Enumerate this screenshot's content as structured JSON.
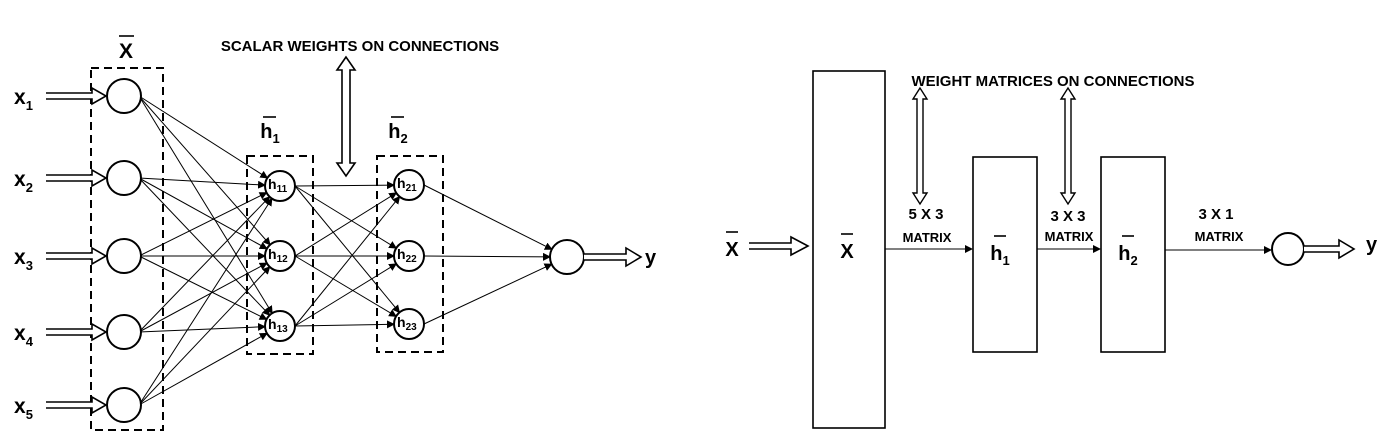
{
  "left_diagram": {
    "input_layer_label": "X",
    "hidden1_label": "h",
    "hidden1_sub": "1",
    "hidden2_label": "h",
    "hidden2_sub": "2",
    "connections_caption": "SCALAR WEIGHTS ON CONNECTIONS",
    "output_label": "y",
    "inputs": [
      {
        "main": "x",
        "sub": "1"
      },
      {
        "main": "x",
        "sub": "2"
      },
      {
        "main": "x",
        "sub": "3"
      },
      {
        "main": "x",
        "sub": "4"
      },
      {
        "main": "x",
        "sub": "5"
      }
    ],
    "hidden1_nodes": [
      {
        "main": "h",
        "sub": "11"
      },
      {
        "main": "h",
        "sub": "12"
      },
      {
        "main": "h",
        "sub": "13"
      }
    ],
    "hidden2_nodes": [
      {
        "main": "h",
        "sub": "21"
      },
      {
        "main": "h",
        "sub": "22"
      },
      {
        "main": "h",
        "sub": "23"
      }
    ]
  },
  "right_diagram": {
    "input_label": "X",
    "input_block_label": "X",
    "hidden1_label": "h",
    "hidden1_sub": "1",
    "hidden2_label": "h",
    "hidden2_sub": "2",
    "output_label": "y",
    "connections_caption": "WEIGHT MATRICES ON CONNECTIONS",
    "matrix1_dims": "5 X 3",
    "matrix1_word": "MATRIX",
    "matrix2_dims": "3 X 3",
    "matrix2_word": "MATRIX",
    "matrix3_dims": "3 X 1",
    "matrix3_word": "MATRIX"
  }
}
